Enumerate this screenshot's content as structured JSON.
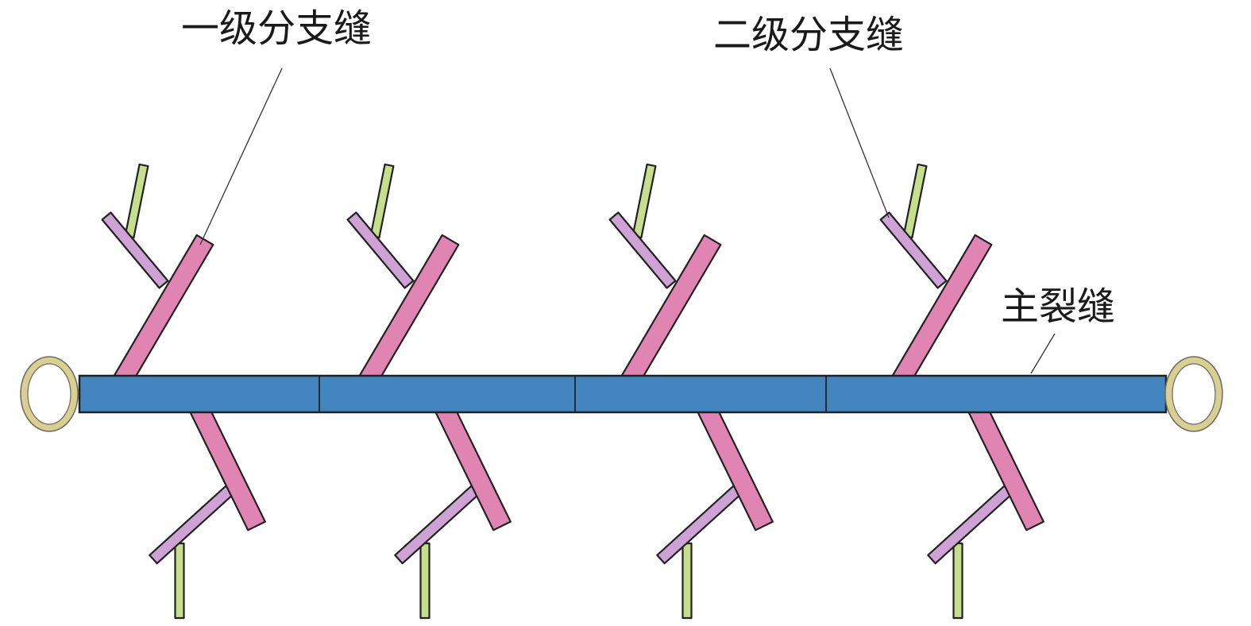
{
  "labels": {
    "primary_branch": "一级分支缝",
    "secondary_branch": "二级分支缝",
    "main_fracture": "主裂缝"
  },
  "colors": {
    "main_fracture": "#4285bf",
    "primary_branch": "#e085b1",
    "secondary_branch": "#cfa2d6",
    "tertiary_branch": "#c6df8c",
    "wellbore_ring_fill": "#d9cf95",
    "wellbore_ring_inner": "#ffffff",
    "outline": "#222222"
  },
  "structure": {
    "fracture_groups": 4,
    "main_fracture_segments": 4
  }
}
